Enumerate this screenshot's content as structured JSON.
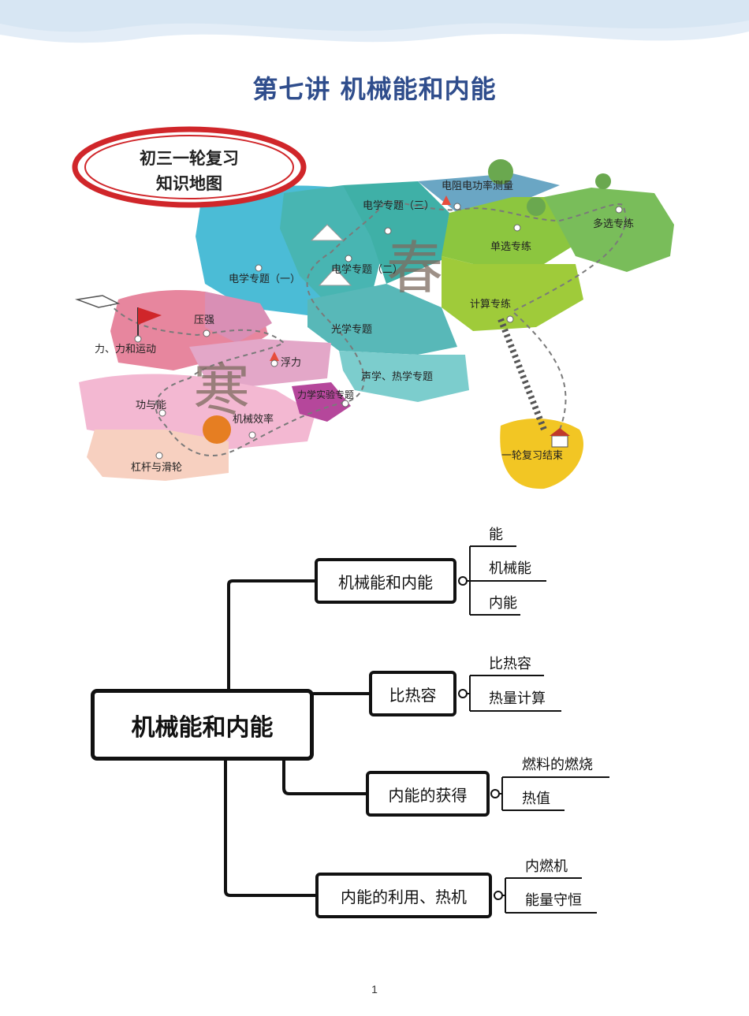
{
  "title": "第七讲 机械能和内能",
  "map": {
    "badge_line1": "初三一轮复习",
    "badge_line2": "知识地图",
    "watermark1": "寒",
    "watermark2": "春",
    "stops": [
      "力、力和运动",
      "压强",
      "浮力",
      "功与能",
      "机械效率",
      "杠杆与滑轮",
      "力学实验专题",
      "电学专题（一）",
      "电学专题（二）",
      "电学专题（三）",
      "光学专题",
      "声学、热学专题",
      "电阻电功率测量",
      "单选专练",
      "多选专练",
      "计算专练",
      "一轮复习结束"
    ]
  },
  "mindmap": {
    "root": "机械能和内能",
    "branches": [
      {
        "label": "机械能和内能",
        "leaves": [
          "能",
          "机械能",
          "内能"
        ]
      },
      {
        "label": "比热容",
        "leaves": [
          "比热容",
          "热量计算"
        ]
      },
      {
        "label": "内能的获得",
        "leaves": [
          "燃料的燃烧",
          "热值"
        ]
      },
      {
        "label": "内能的利用、热机",
        "leaves": [
          "内燃机",
          "能量守恒"
        ]
      }
    ]
  },
  "footer": {
    "page_number": "1"
  }
}
